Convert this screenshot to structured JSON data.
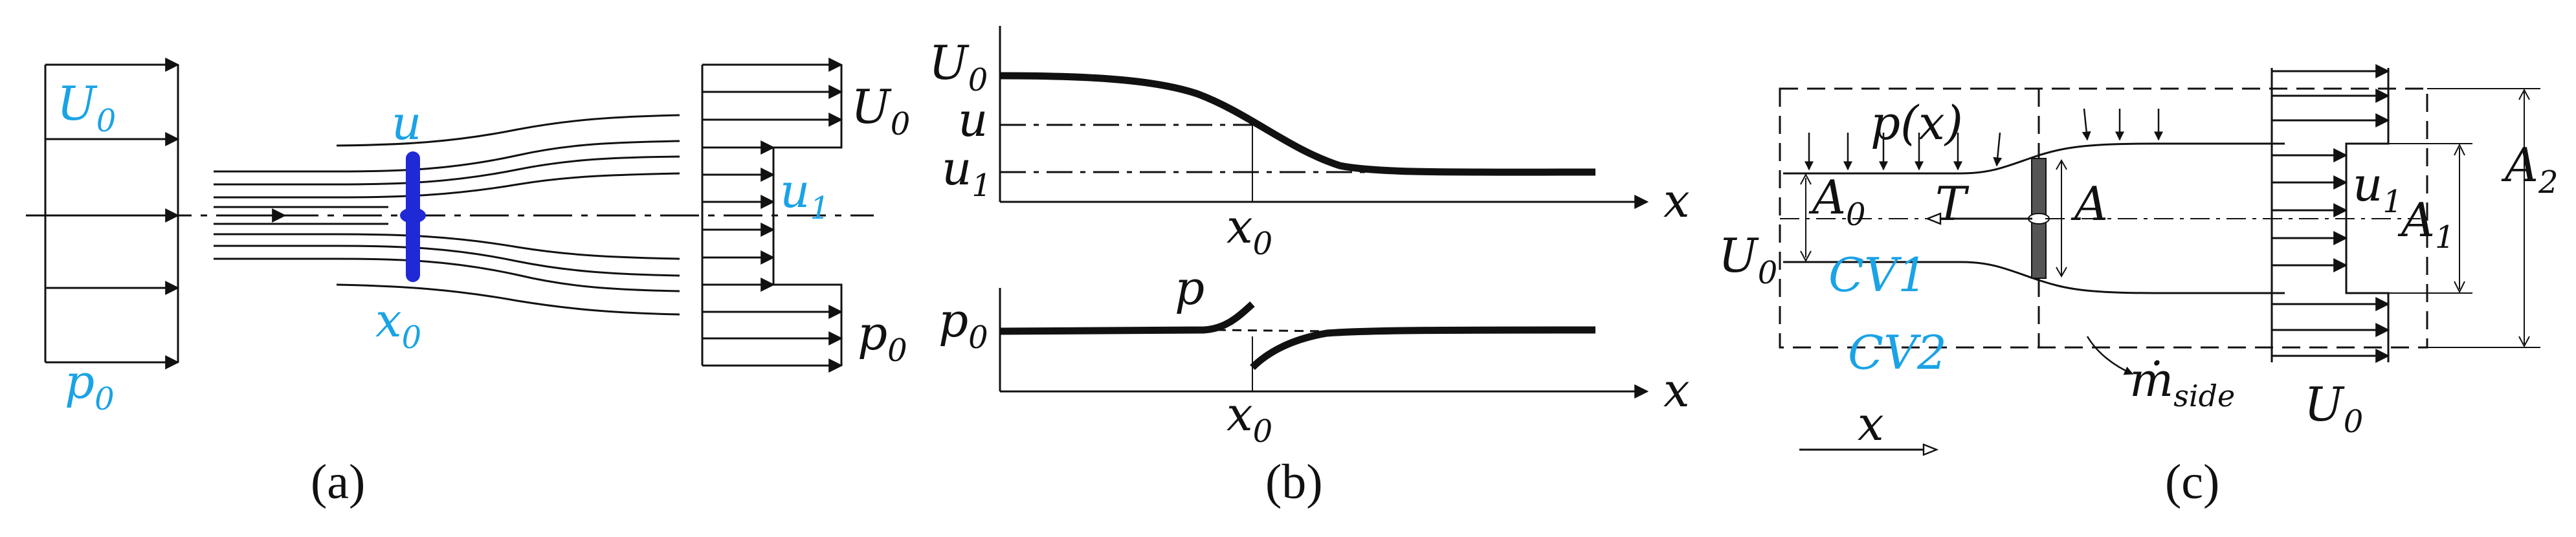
{
  "colors": {
    "ink": "#111111",
    "accent": "#1aa3e6",
    "rotor": "#1f2ad6"
  },
  "panel_a": {
    "caption": "(a)",
    "U0": "U",
    "U0_sub": "0",
    "p0_left": "p",
    "p0_left_sub": "0",
    "u": "u",
    "x0": "x",
    "x0_sub": "0",
    "U0_right": "U",
    "U0_right_sub": "0",
    "u1": "u",
    "u1_sub": "1",
    "p0_right": "p",
    "p0_right_sub": "0"
  },
  "panel_b": {
    "caption": "(b)",
    "U0": "U",
    "U0_sub": "0",
    "u": "u",
    "u1": "u",
    "u1_sub": "1",
    "x_top": "x",
    "x0_top": "x",
    "x0_top_sub": "0",
    "p0": "p",
    "p0_sub": "0",
    "p": "p",
    "x_bottom": "x",
    "x0_bottom": "x",
    "x0_bottom_sub": "0"
  },
  "panel_c": {
    "caption": "(c)",
    "px": "p(x)",
    "A0": "A",
    "A0_sub": "0",
    "T": "T",
    "A": "A",
    "U0_left": "U",
    "U0_left_sub": "0",
    "CV1": "CV1",
    "CV2": "CV2",
    "m_side": "ṁ",
    "m_side_sub": "side",
    "U0_bottom": "U",
    "U0_bottom_sub": "0",
    "u1": "u",
    "u1_sub": "1",
    "A1": "A",
    "A1_sub": "1",
    "A2": "A",
    "A2_sub": "2",
    "x": "x"
  }
}
